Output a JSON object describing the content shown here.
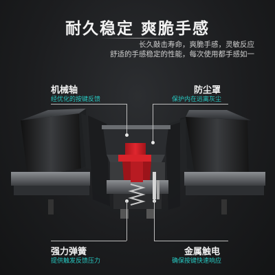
{
  "heading": "耐久稳定 爽脆手感",
  "subtitle_lines": [
    "长久敲击寿命，爽脆手感，灵敏反应",
    "舒适的手感稳定的性能，每次使用都手感如一"
  ],
  "callouts": {
    "top_left": {
      "title": "机械轴",
      "desc": "经优化的按键反馈"
    },
    "top_right": {
      "title": "防尘罩",
      "desc": "保护内在远离灰尘"
    },
    "bottom_left": {
      "title": "强力弹簧",
      "desc": "提供触发反馈压力"
    },
    "bottom_right": {
      "title": "金属触电",
      "desc": "确保按键快速响应"
    }
  },
  "colors": {
    "accent_teal": "#27c9c2",
    "switch_red": "#d8232a",
    "background": "#1a1b1d"
  }
}
